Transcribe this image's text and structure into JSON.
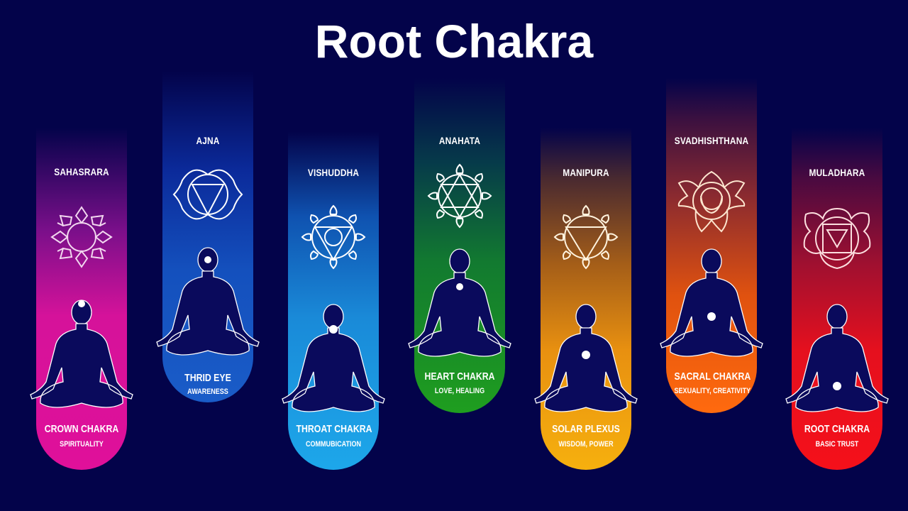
{
  "title": "Root Chakra",
  "chakras": [
    {
      "sanskrit": "SAHASRARA",
      "name": "CROWN CHAKRA",
      "meaning": "SPIRITUALITY",
      "color_top": "#03034a",
      "color_bottom": "#e0109a",
      "dot": "crown",
      "symbol": "thousand-petal-lotus-icon"
    },
    {
      "sanskrit": "AJNA",
      "name": "THRID EYE",
      "meaning": "AWARENESS",
      "color_top": "#03034a",
      "color_bottom": "#1a5cc8",
      "dot": "forehead",
      "symbol": "two-petal-lotus-icon"
    },
    {
      "sanskrit": "VISHUDDHA",
      "name": "THROAT CHAKRA",
      "meaning": "COMMUBICATION",
      "color_top": "#03034a",
      "color_bottom": "#1da7ea",
      "dot": "throat",
      "symbol": "sixteen-petal-lotus-icon"
    },
    {
      "sanskrit": "ANAHATA",
      "name": "HEART CHAKRA",
      "meaning": "LOVE, HEALING",
      "color_top": "#03034a",
      "color_bottom": "#1f9e1f",
      "dot": "heart",
      "symbol": "hexagram-lotus-icon"
    },
    {
      "sanskrit": "MANIPURA",
      "name": "SOLAR PLEXUS",
      "meaning": "WISDOM, POWER",
      "color_top": "#03034a",
      "color_bottom": "#f6b00e",
      "dot": "solar",
      "symbol": "ten-petal-lotus-icon"
    },
    {
      "sanskrit": "SVADHISHTHANA",
      "name": "SACRAL CHAKRA",
      "meaning": "SEXUALITY, CREATIVITY",
      "color_top": "#03034a",
      "color_bottom": "#ff6a0e",
      "dot": "sacral",
      "symbol": "crescent-lotus-icon"
    },
    {
      "sanskrit": "MULADHARA",
      "name": "ROOT CHAKRA",
      "meaning": "BASIC TRUST",
      "color_top": "#03034a",
      "color_bottom": "#f5101a",
      "dot": "root",
      "symbol": "square-lotus-icon"
    }
  ],
  "colors": {
    "background": "#03034a",
    "figure_fill": "#0a0a5c",
    "outline": "#ffffff"
  }
}
